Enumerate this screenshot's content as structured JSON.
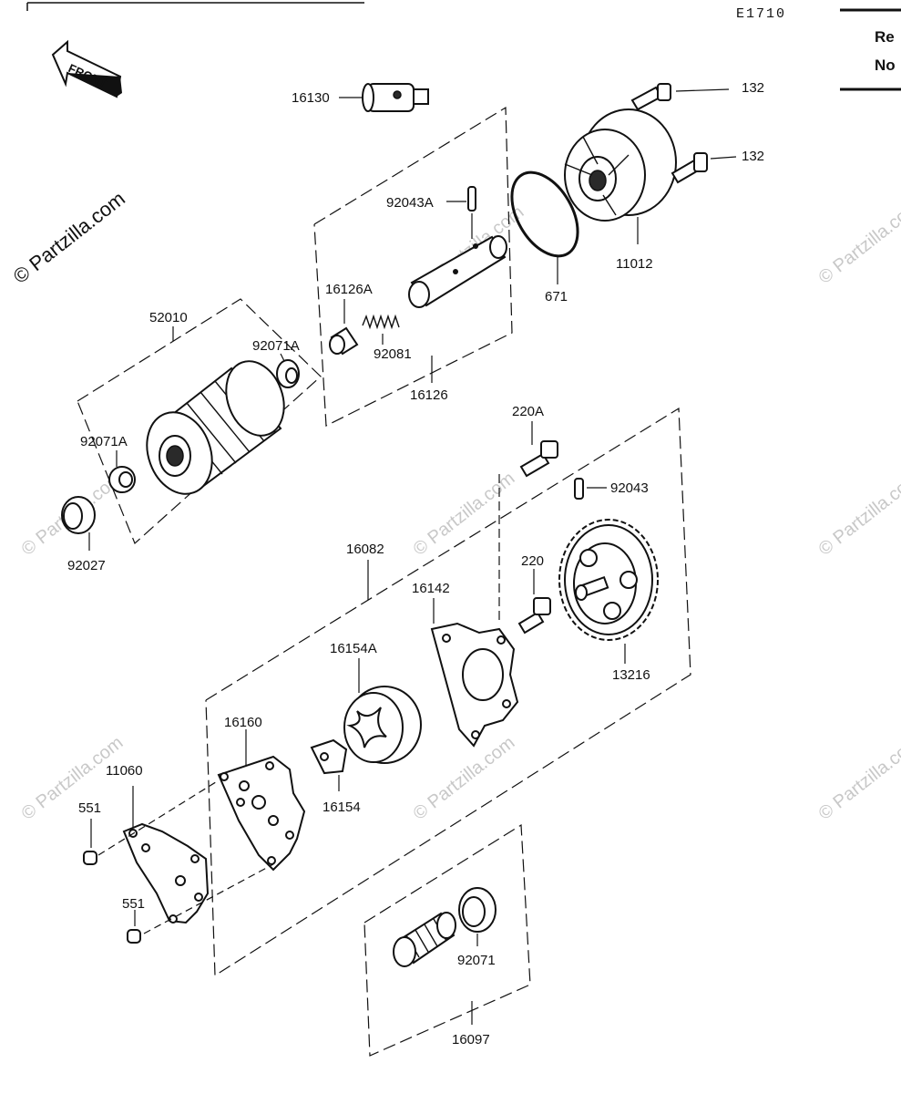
{
  "diagram_code": "E1710",
  "front_label": "FRONT",
  "corner_note": [
    "Re",
    "No"
  ],
  "watermark": "© Partzilla.com",
  "callouts": {
    "p132a": "132",
    "p132b": "132",
    "p11012": "11012",
    "p671": "671",
    "p16130": "16130",
    "p92043A": "92043A",
    "p16126A": "16126A",
    "p92081": "92081",
    "p16126": "16126",
    "p52010": "52010",
    "p92071A_top": "92071A",
    "p92071A_left": "92071A",
    "p92027": "92027",
    "p220A": "220A",
    "p92043": "92043",
    "p220": "220",
    "p13216": "13216",
    "p16082": "16082",
    "p16142": "16142",
    "p16154A": "16154A",
    "p16154": "16154",
    "p16160": "16160",
    "p11060": "11060",
    "p551a": "551",
    "p551b": "551",
    "p92071": "92071",
    "p16097": "16097"
  }
}
